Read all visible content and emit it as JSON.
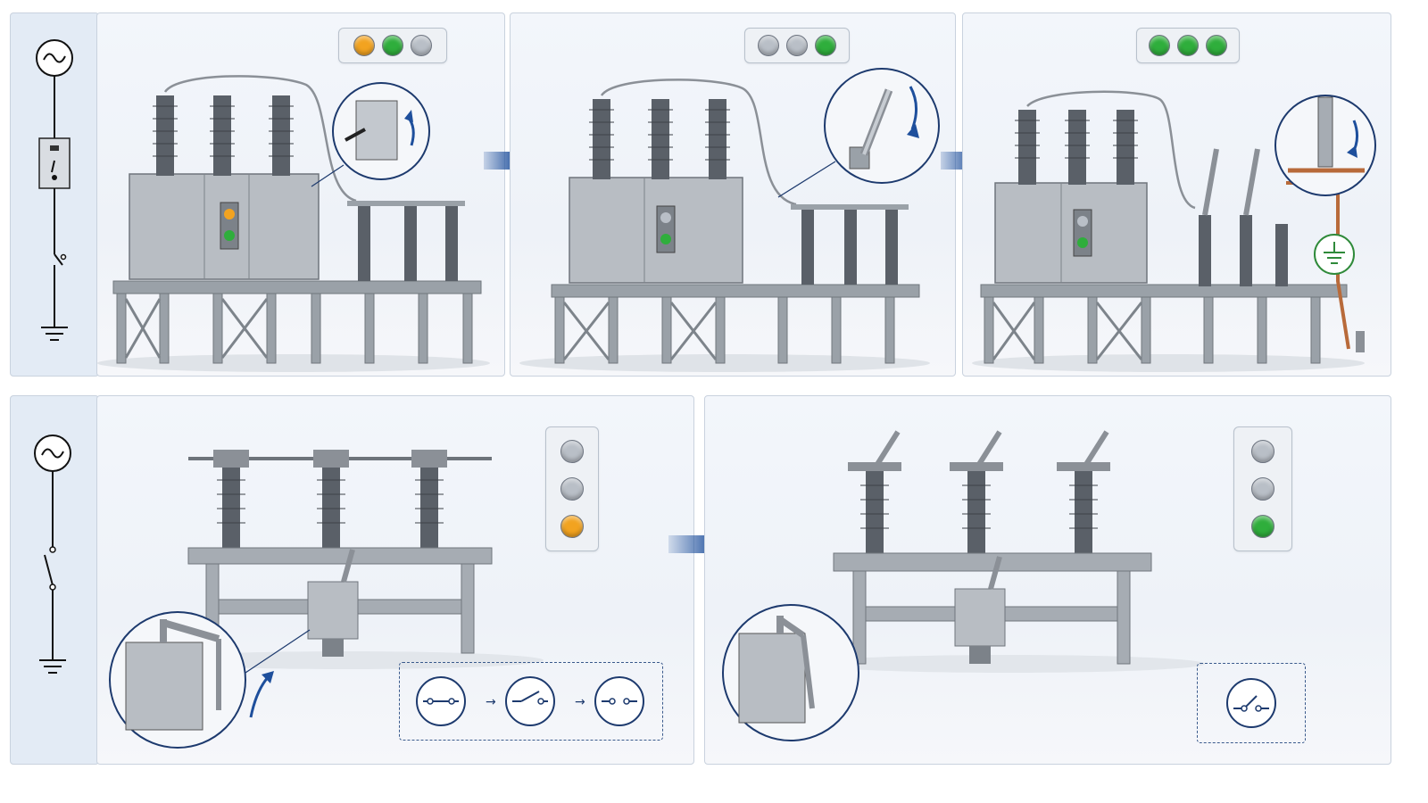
{
  "colors": {
    "lamp_amber": "#f2a320",
    "lamp_green": "#2fae3c",
    "lamp_grey": "#b9bfc7",
    "arrow_blue": "#1e4f9c",
    "callout_navy": "#1d3a6e",
    "earth_green": "#2f8a3a",
    "steel": "#a6acb3",
    "copper": "#b86a3a"
  },
  "panels": {
    "top_1": {
      "lamps": [
        {
          "state": "amber",
          "icon": "amber-lamp-icon"
        },
        {
          "state": "green",
          "icon": "green-lamp-icon"
        },
        {
          "state": "grey",
          "icon": "grey-lamp-icon"
        }
      ],
      "callout_icon": "control-box-lever-icon"
    },
    "top_2": {
      "lamps": [
        {
          "state": "grey",
          "icon": "grey-lamp-icon"
        },
        {
          "state": "grey",
          "icon": "grey-lamp-icon"
        },
        {
          "state": "green",
          "icon": "green-lamp-icon"
        }
      ],
      "callout_icon": "disconnector-blade-opening-icon"
    },
    "top_3": {
      "lamps": [
        {
          "state": "green",
          "icon": "green-lamp-icon"
        },
        {
          "state": "green",
          "icon": "green-lamp-icon"
        },
        {
          "state": "green",
          "icon": "green-lamp-icon"
        }
      ],
      "callout_icon": "earthing-switch-close-icon",
      "earth_badge_icon": "earth-ground-icon"
    },
    "bottom_1": {
      "lamps": [
        {
          "state": "grey",
          "icon": "grey-lamp-icon"
        },
        {
          "state": "grey",
          "icon": "grey-lamp-icon"
        },
        {
          "state": "amber",
          "icon": "amber-lamp-icon"
        }
      ],
      "callout_icon": "operating-mechanism-icon",
      "sequence_icons": [
        "switch-closed-icon",
        "switch-opening-icon",
        "switch-open-icon"
      ]
    },
    "bottom_2": {
      "lamps": [
        {
          "state": "grey",
          "icon": "grey-lamp-icon"
        },
        {
          "state": "grey",
          "icon": "grey-lamp-icon"
        },
        {
          "state": "green",
          "icon": "green-lamp-icon"
        }
      ],
      "callout_icon": "operating-mechanism-icon",
      "sequence_icons": [
        "switch-open-icon"
      ]
    }
  },
  "single_line": {
    "top": [
      "ac-source-icon",
      "circuit-breaker-icon",
      "disconnector-icon",
      "ground-icon"
    ],
    "bottom": [
      "ac-source-icon",
      "disconnector-open-icon",
      "ground-icon"
    ]
  }
}
